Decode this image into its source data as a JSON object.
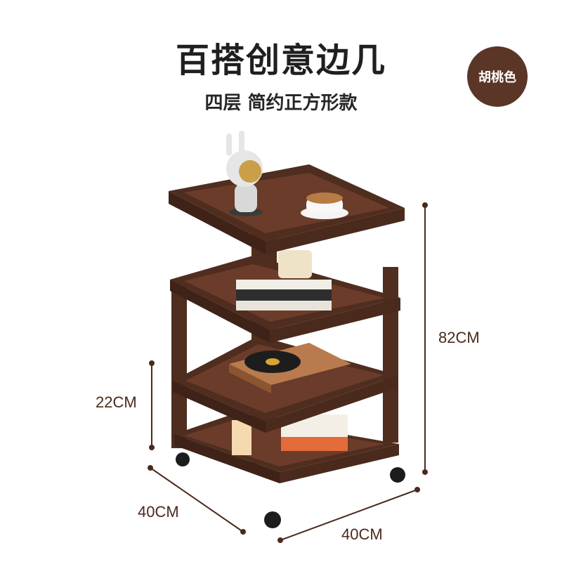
{
  "title": "百搭创意边几",
  "subtitle": "四层 简约正方形款",
  "badge": "胡桃色",
  "dimensions": {
    "height_total": "82CM",
    "tier_gap": "22CM",
    "depth": "40CM",
    "width": "40CM"
  },
  "colors": {
    "wood_dark": "#4f2d1f",
    "wood_mid": "#6b3c2a",
    "accent": "#5b3526"
  }
}
